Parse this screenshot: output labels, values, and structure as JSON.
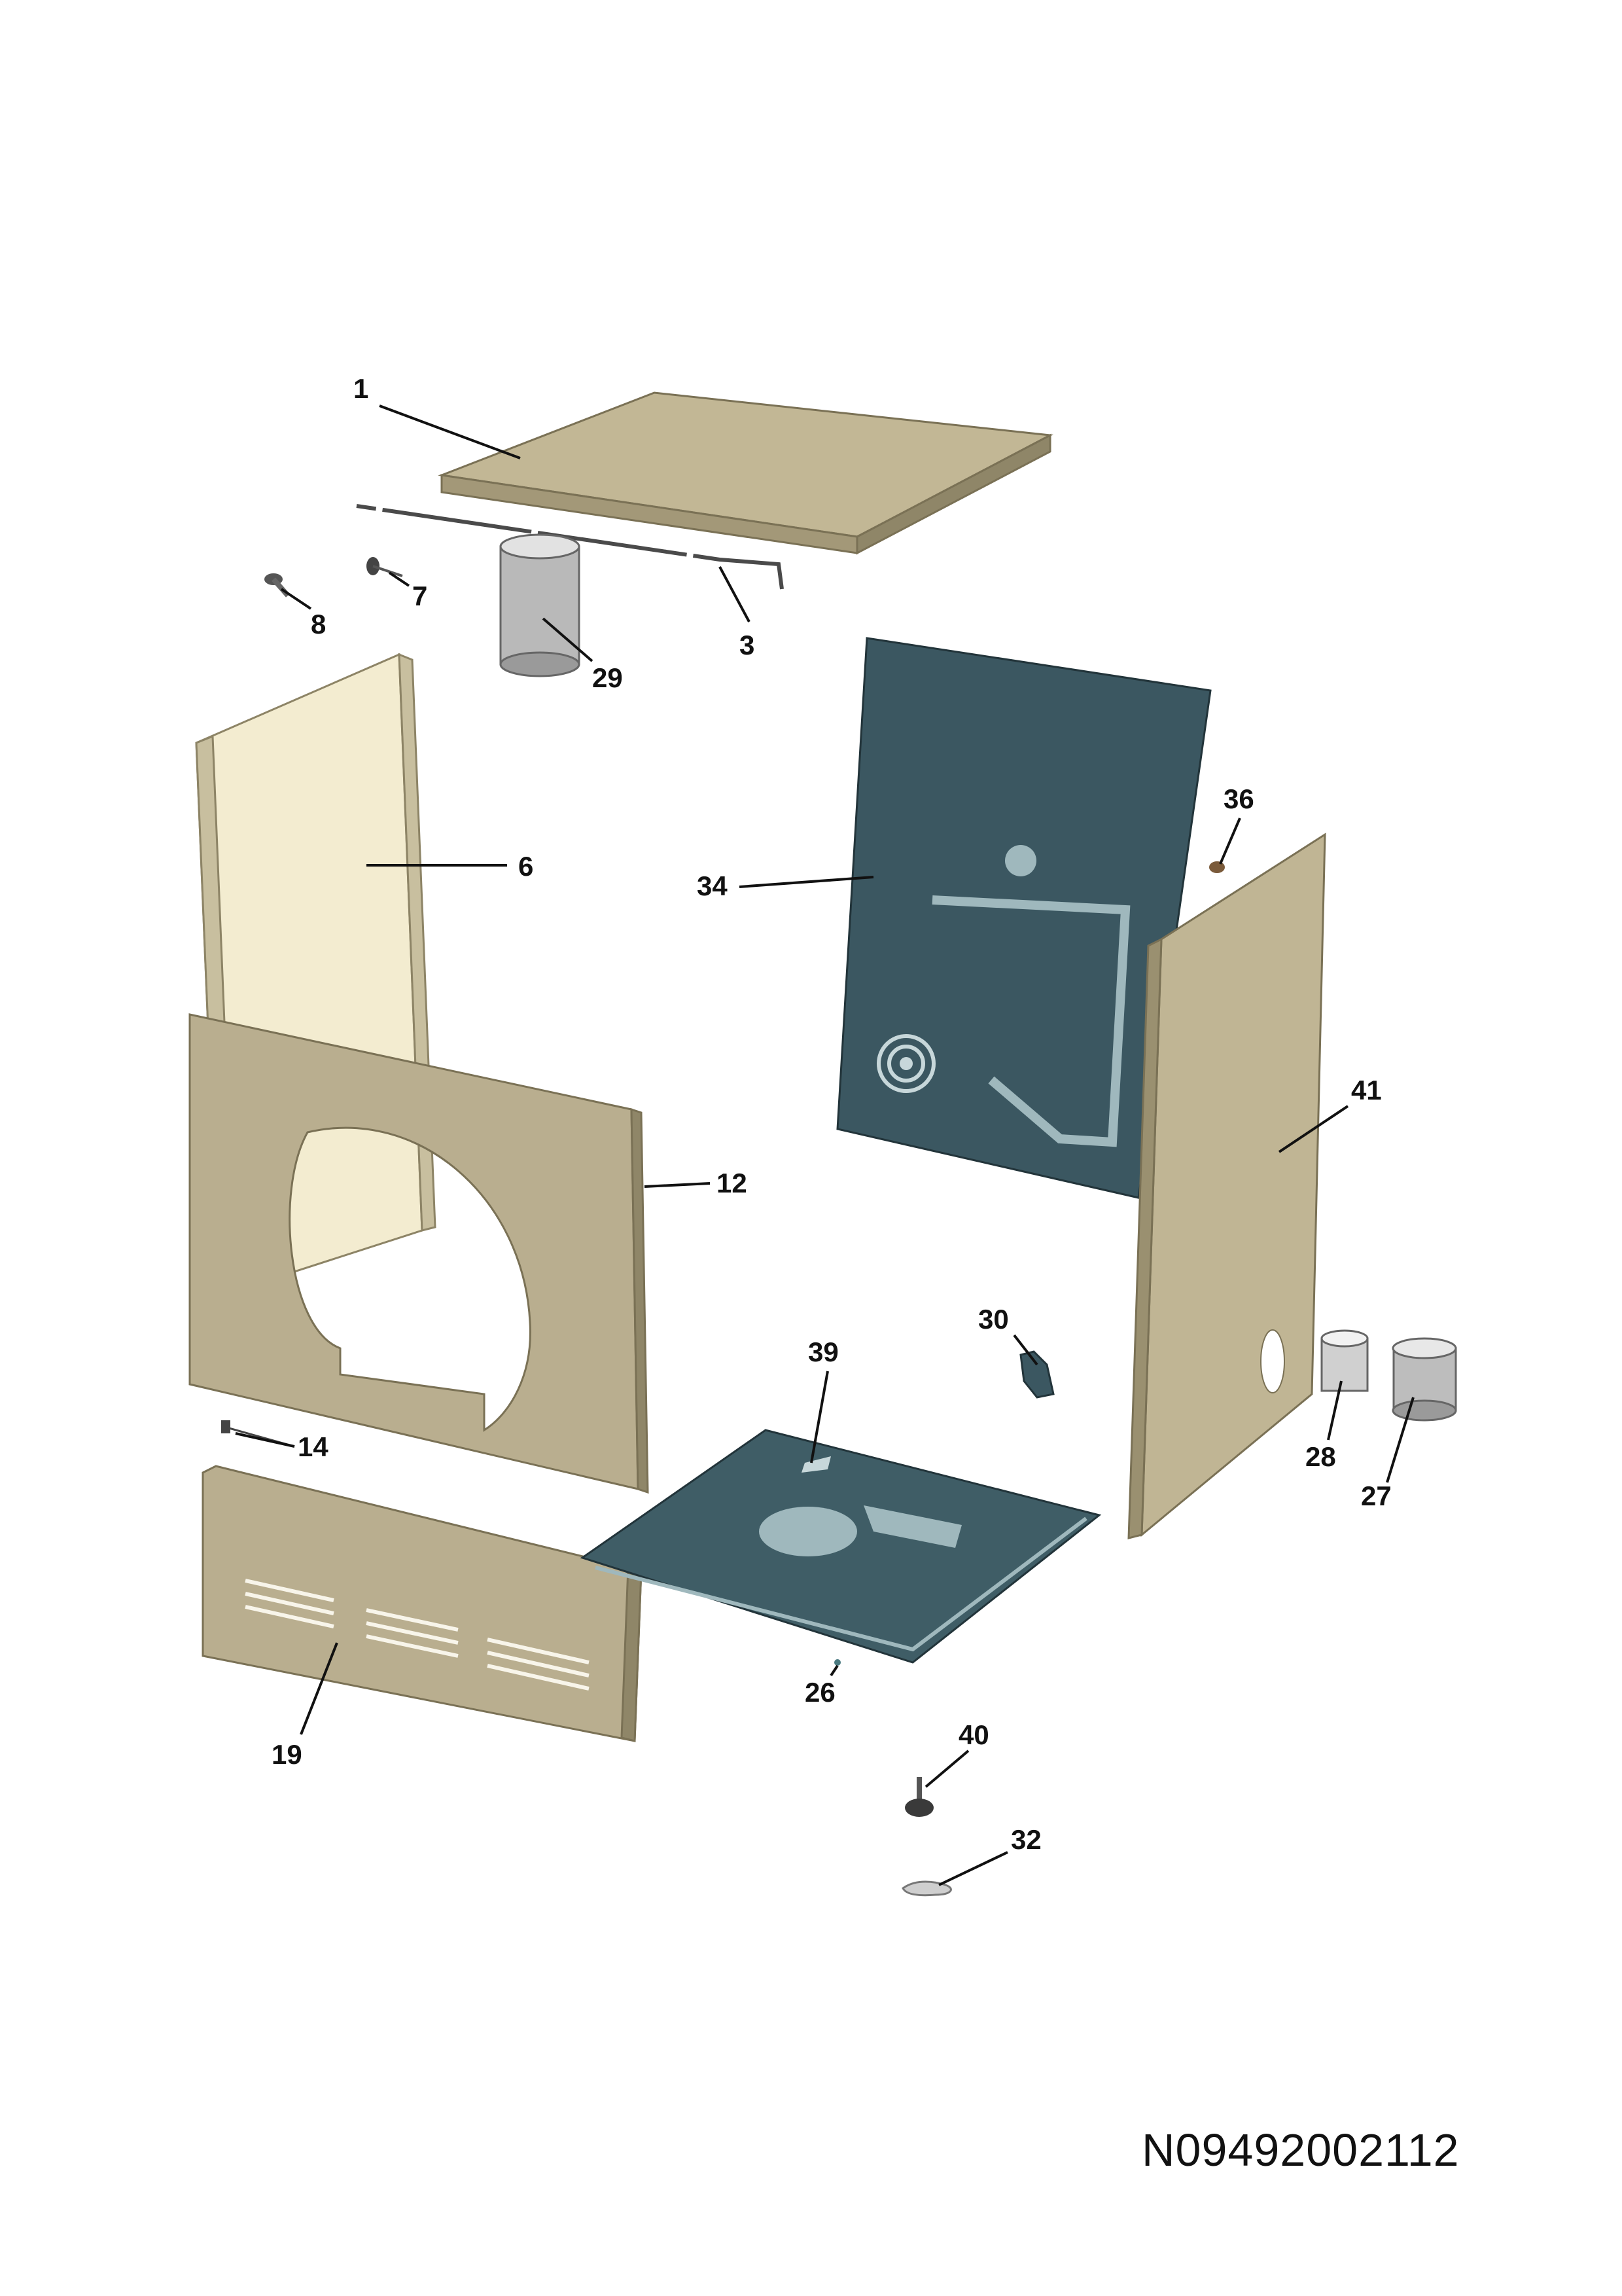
{
  "parts": [
    {
      "id": "top-cover",
      "label": "1"
    },
    {
      "id": "rod",
      "label": "3"
    },
    {
      "id": "side-panel-left",
      "label": "6"
    },
    {
      "id": "clip",
      "label": "7"
    },
    {
      "id": "screw",
      "label": "8"
    },
    {
      "id": "front-panel",
      "label": "12"
    },
    {
      "id": "hinge-clip",
      "label": "14"
    },
    {
      "id": "kick-plate",
      "label": "19"
    },
    {
      "id": "base-pin",
      "label": "26"
    },
    {
      "id": "duct-ring-large",
      "label": "27"
    },
    {
      "id": "duct-ring-small",
      "label": "28"
    },
    {
      "id": "duct-tube",
      "label": "29"
    },
    {
      "id": "bracket",
      "label": "30"
    },
    {
      "id": "wire-clip",
      "label": "32"
    },
    {
      "id": "rear-panel",
      "label": "34"
    },
    {
      "id": "grommet",
      "label": "36"
    },
    {
      "id": "base-plate",
      "label": "39"
    },
    {
      "id": "foot",
      "label": "40"
    },
    {
      "id": "side-panel-right",
      "label": "41"
    }
  ],
  "colors": {
    "panel_beige": "#b8ad8f",
    "panel_light": "#f3ecd0",
    "rear_panel": "#3b5761",
    "base_plate": "#3f5d66",
    "metal_highlight": "#9fb8bd",
    "text": "#111111"
  },
  "drawing_code": "N09492002112"
}
